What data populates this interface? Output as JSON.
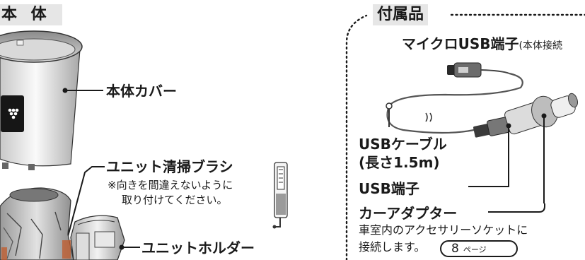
{
  "main_body": {
    "title": "本 体",
    "cover_label": "本体カバー"
  },
  "brush": {
    "label": "ユニット清掃ブラシ",
    "note_line1": "※向きを間違えないように",
    "note_line2": "取り付けてください。"
  },
  "holder": {
    "label": "ユニットホルダー"
  },
  "accessories": {
    "title": "付属品",
    "micro_usb_label": "マイクロUSB端子",
    "micro_usb_note": "(本体接続",
    "usb_cable_line1": "USBケーブル",
    "usb_cable_line2": "(長さ1.5m)",
    "usb_terminal_label": "USB端子",
    "car_adapter_label": "カーアダプター",
    "car_adapter_note_line1": "車室内のアクセサリーソケットに",
    "car_adapter_note_line2": "接続します。",
    "page_ref_number": "8",
    "page_ref_unit": "ページ"
  }
}
